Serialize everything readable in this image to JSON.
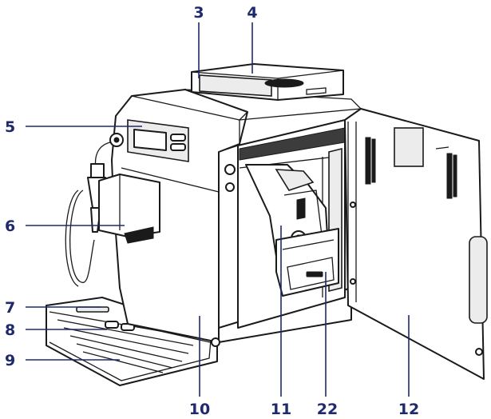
{
  "figure": {
    "colors": {
      "callout": "#1f2a6e",
      "outline": "#1a1a1a",
      "background": "#ffffff"
    },
    "callouts": [
      {
        "id": "3",
        "label": "3"
      },
      {
        "id": "4",
        "label": "4"
      },
      {
        "id": "5",
        "label": "5"
      },
      {
        "id": "6",
        "label": "6"
      },
      {
        "id": "7",
        "label": "7"
      },
      {
        "id": "8",
        "label": "8"
      },
      {
        "id": "9",
        "label": "9"
      },
      {
        "id": "10",
        "label": "10"
      },
      {
        "id": "11",
        "label": "11"
      },
      {
        "id": "22",
        "label": "22"
      },
      {
        "id": "12",
        "label": "12"
      }
    ]
  }
}
